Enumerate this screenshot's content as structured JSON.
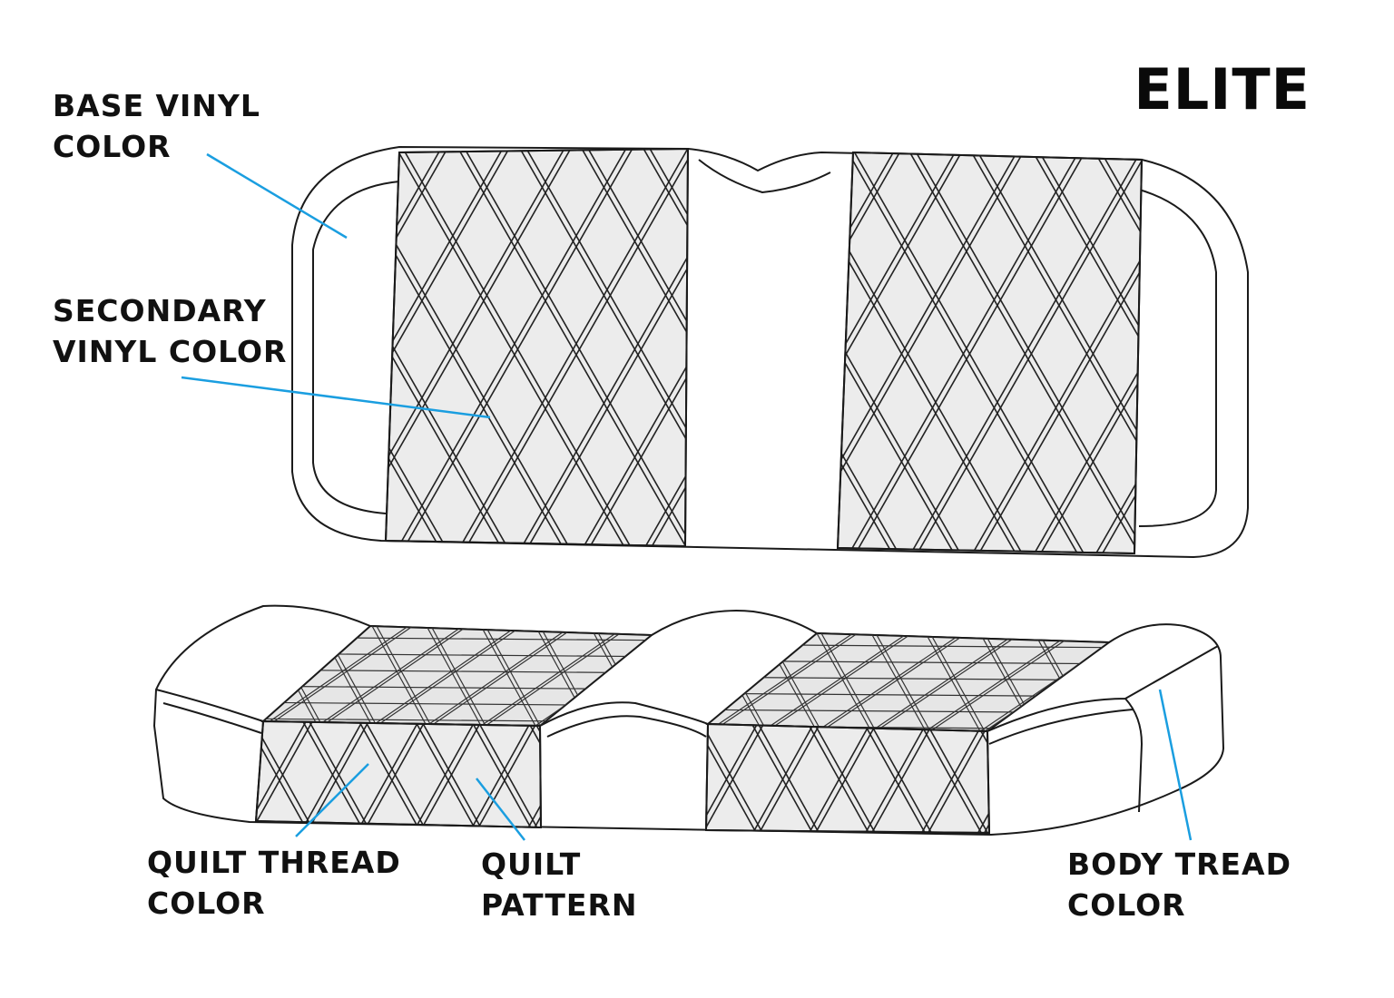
{
  "title": "ELITE",
  "colors": {
    "leader_line": "#1a9ee0",
    "outline": "#1a1a1a",
    "panel_fill": "#ececec",
    "stitch": "#222222"
  },
  "labels": {
    "base_vinyl": {
      "line1": "BASE VINYL",
      "line2": "COLOR"
    },
    "secondary_vinyl": {
      "line1": "SECONDARY",
      "line2": "VINYL COLOR"
    },
    "quilt_thread": {
      "line1": "QUILT THREAD",
      "line2": "COLOR"
    },
    "quilt_pattern": {
      "line1": "QUILT",
      "line2": "PATTERN"
    },
    "body_tread": {
      "line1": "BODY TREAD",
      "line2": "COLOR"
    }
  }
}
